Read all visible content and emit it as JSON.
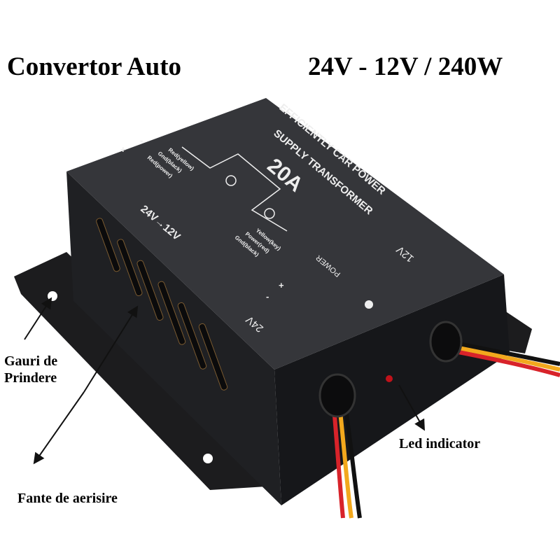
{
  "header": {
    "title": "Convertor Auto",
    "spec": "24V - 12V / 240W"
  },
  "device": {
    "top_label_line1": "EFFICIENTLY CAR POWER",
    "top_label_line2": "SUPPLY TRANSFORMER",
    "current_rating": "20A",
    "conversion": "24V→12V",
    "input_wires": [
      "Red(yellow)",
      "Gnd(black)",
      "Red(power)"
    ],
    "output_wires": [
      "Yellow(key)",
      "Power(red)",
      "Gnd(black)"
    ],
    "plus": "+",
    "minus": "-",
    "power_label": "POWER",
    "port_12v": "12V",
    "port_24v": "24V",
    "colors": {
      "body": "#2a2b2e",
      "wire_red": "#d8232a",
      "wire_yellow": "#f2a81d",
      "wire_black": "#111111",
      "led": "#c0121a"
    }
  },
  "annotations": {
    "mounting_holes": "Gauri de\nPrindere",
    "vents": "Fante de aerisire",
    "led": "Led indicator"
  }
}
